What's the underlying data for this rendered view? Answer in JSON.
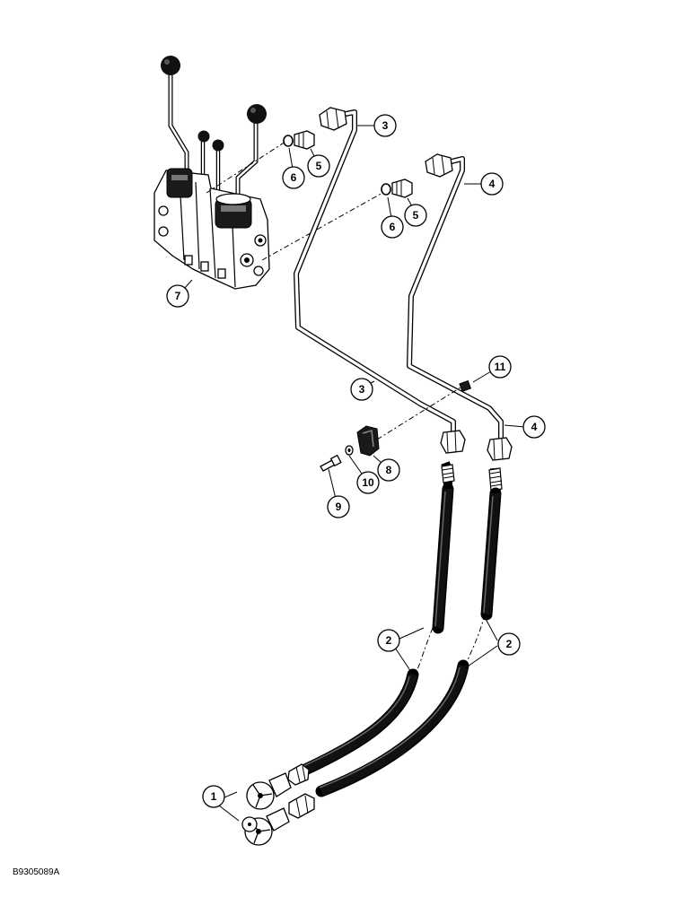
{
  "callouts": [
    {
      "id": "c1",
      "label": "1"
    },
    {
      "id": "c2a",
      "label": "2"
    },
    {
      "id": "c2b",
      "label": "2"
    },
    {
      "id": "c3a",
      "label": "3"
    },
    {
      "id": "c3b",
      "label": "3"
    },
    {
      "id": "c4a",
      "label": "4"
    },
    {
      "id": "c4b",
      "label": "4"
    },
    {
      "id": "c5a",
      "label": "5"
    },
    {
      "id": "c5b",
      "label": "5"
    },
    {
      "id": "c6a",
      "label": "6"
    },
    {
      "id": "c6b",
      "label": "6"
    },
    {
      "id": "c7",
      "label": "7"
    },
    {
      "id": "c8",
      "label": "8"
    },
    {
      "id": "c9",
      "label": "9"
    },
    {
      "id": "c10",
      "label": "10"
    },
    {
      "id": "c11",
      "label": "11"
    }
  ],
  "figure_code": "B9305089A"
}
